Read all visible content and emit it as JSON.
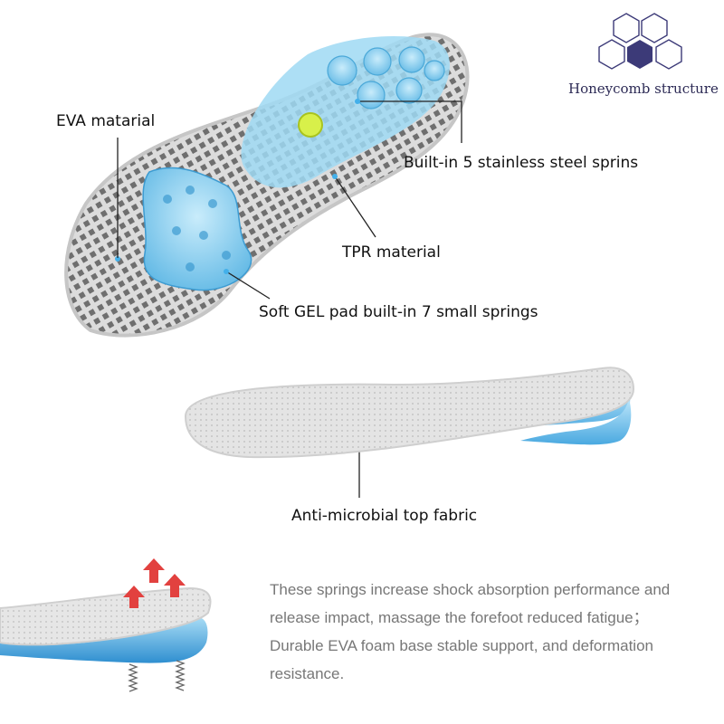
{
  "logo": {
    "caption": "Honeycomb structure"
  },
  "labels": {
    "eva": "EVA matarial",
    "springs5": "Built-in 5 stainless steel sprins",
    "tpr": "TPR material",
    "gel": "Soft GEL pad built-in 7 small springs",
    "fabric": "Anti-microbial top fabric"
  },
  "description": {
    "lines": [
      "These springs increase shock absorption performance and",
      "release impact, massage the forefoot reduced fatigue；",
      "Durable EVA foam base stable support, and deformation",
      "resistance."
    ]
  },
  "colors": {
    "gel_blue": "#7fc8ec",
    "foam_grey": "#d9d9d9",
    "hex_outline": "#3c3a78",
    "hex_fill": "#3c3a78",
    "arrow_red": "#e2413f"
  }
}
